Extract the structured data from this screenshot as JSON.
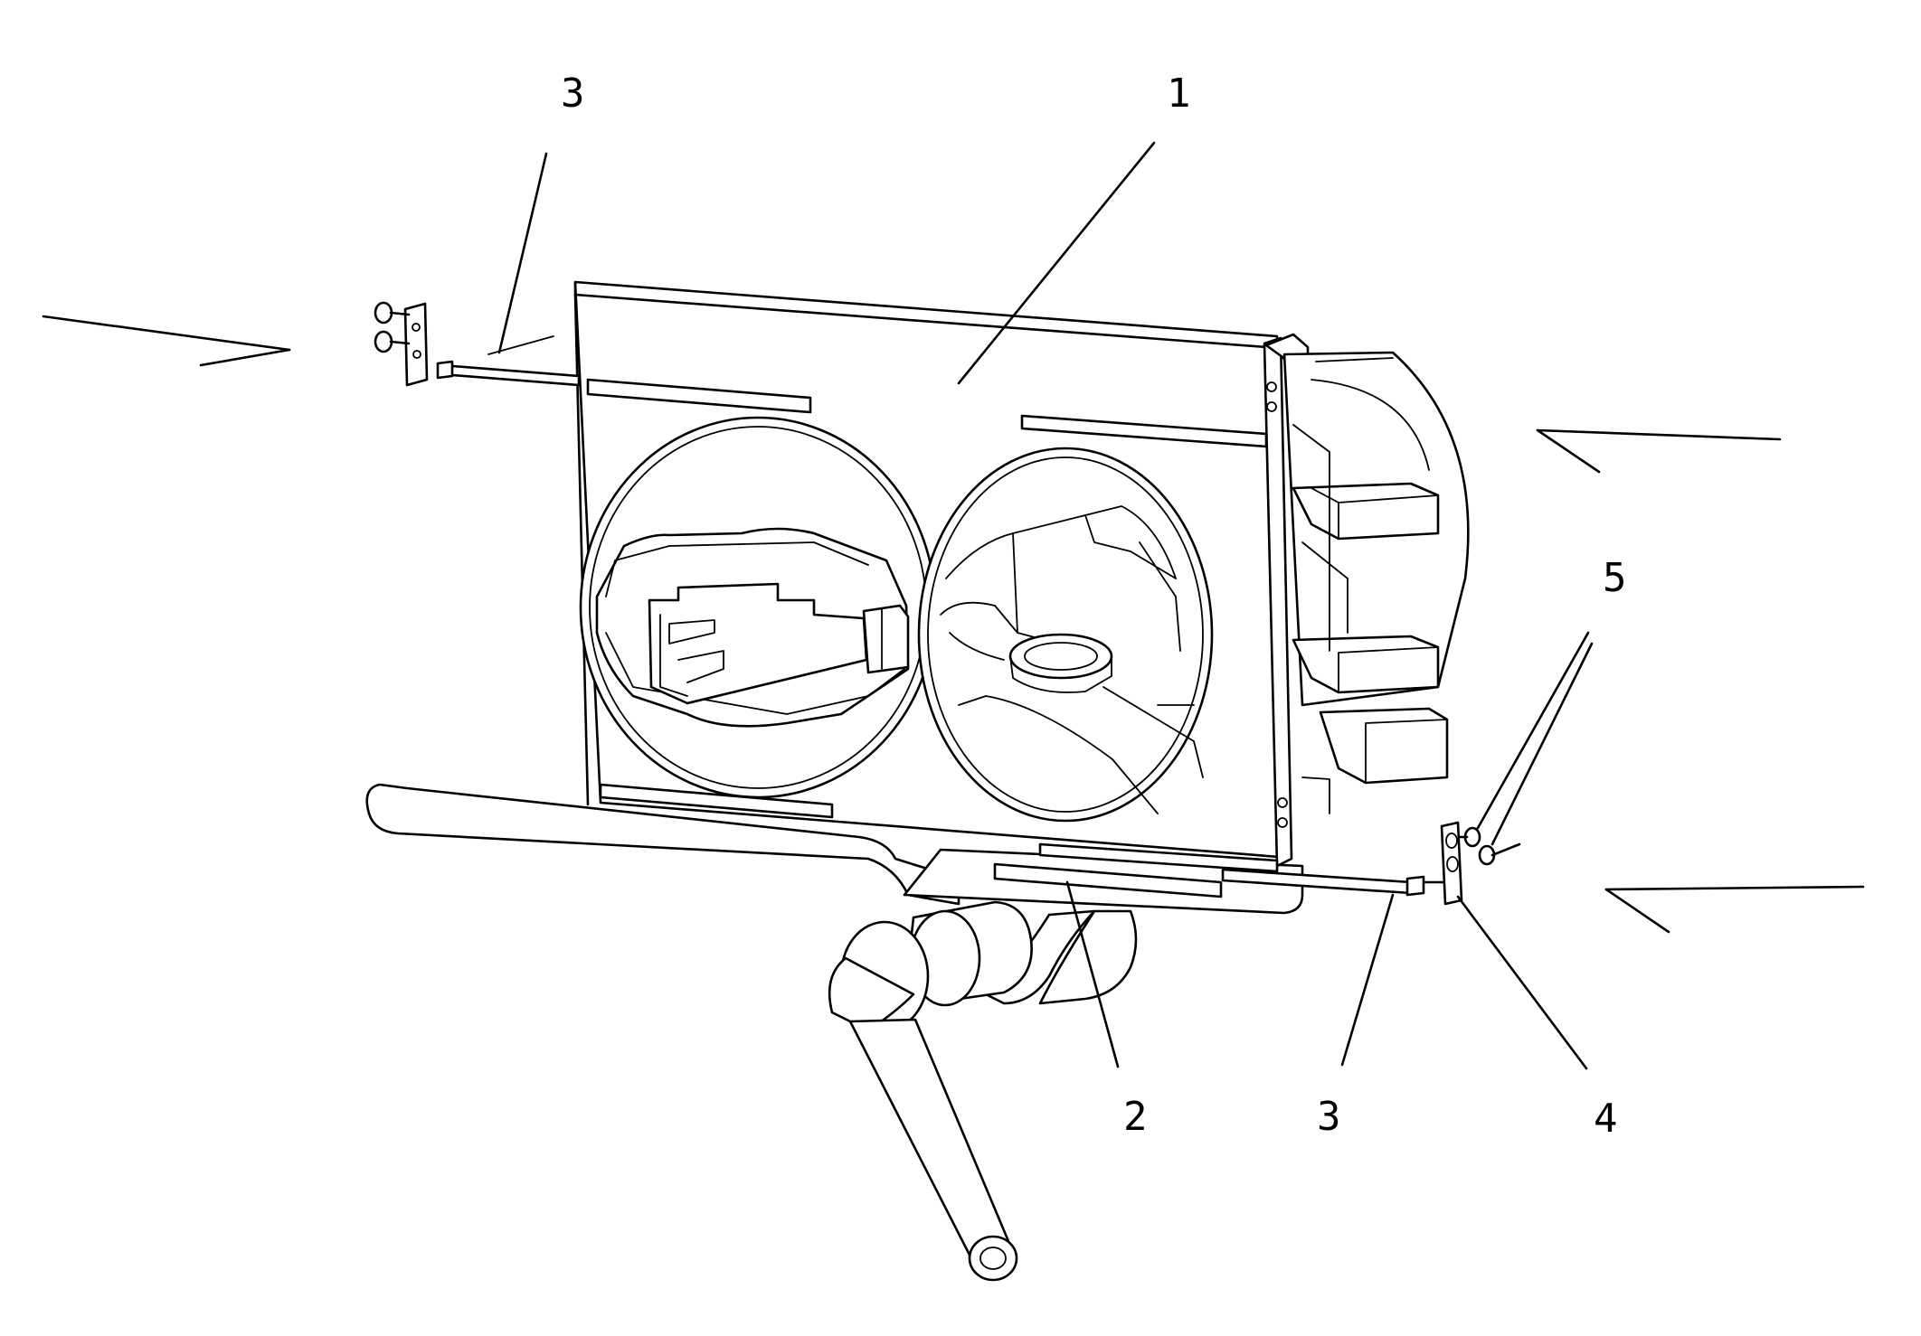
{
  "figure": {
    "labels": {
      "frame_panel": "1",
      "base_bar": "2",
      "rod_top_left": "3",
      "rod_bottom_right": "3",
      "bracket": "4",
      "bolts": "5"
    }
  },
  "colors": {
    "line": "#000000",
    "background": "#ffffff"
  }
}
